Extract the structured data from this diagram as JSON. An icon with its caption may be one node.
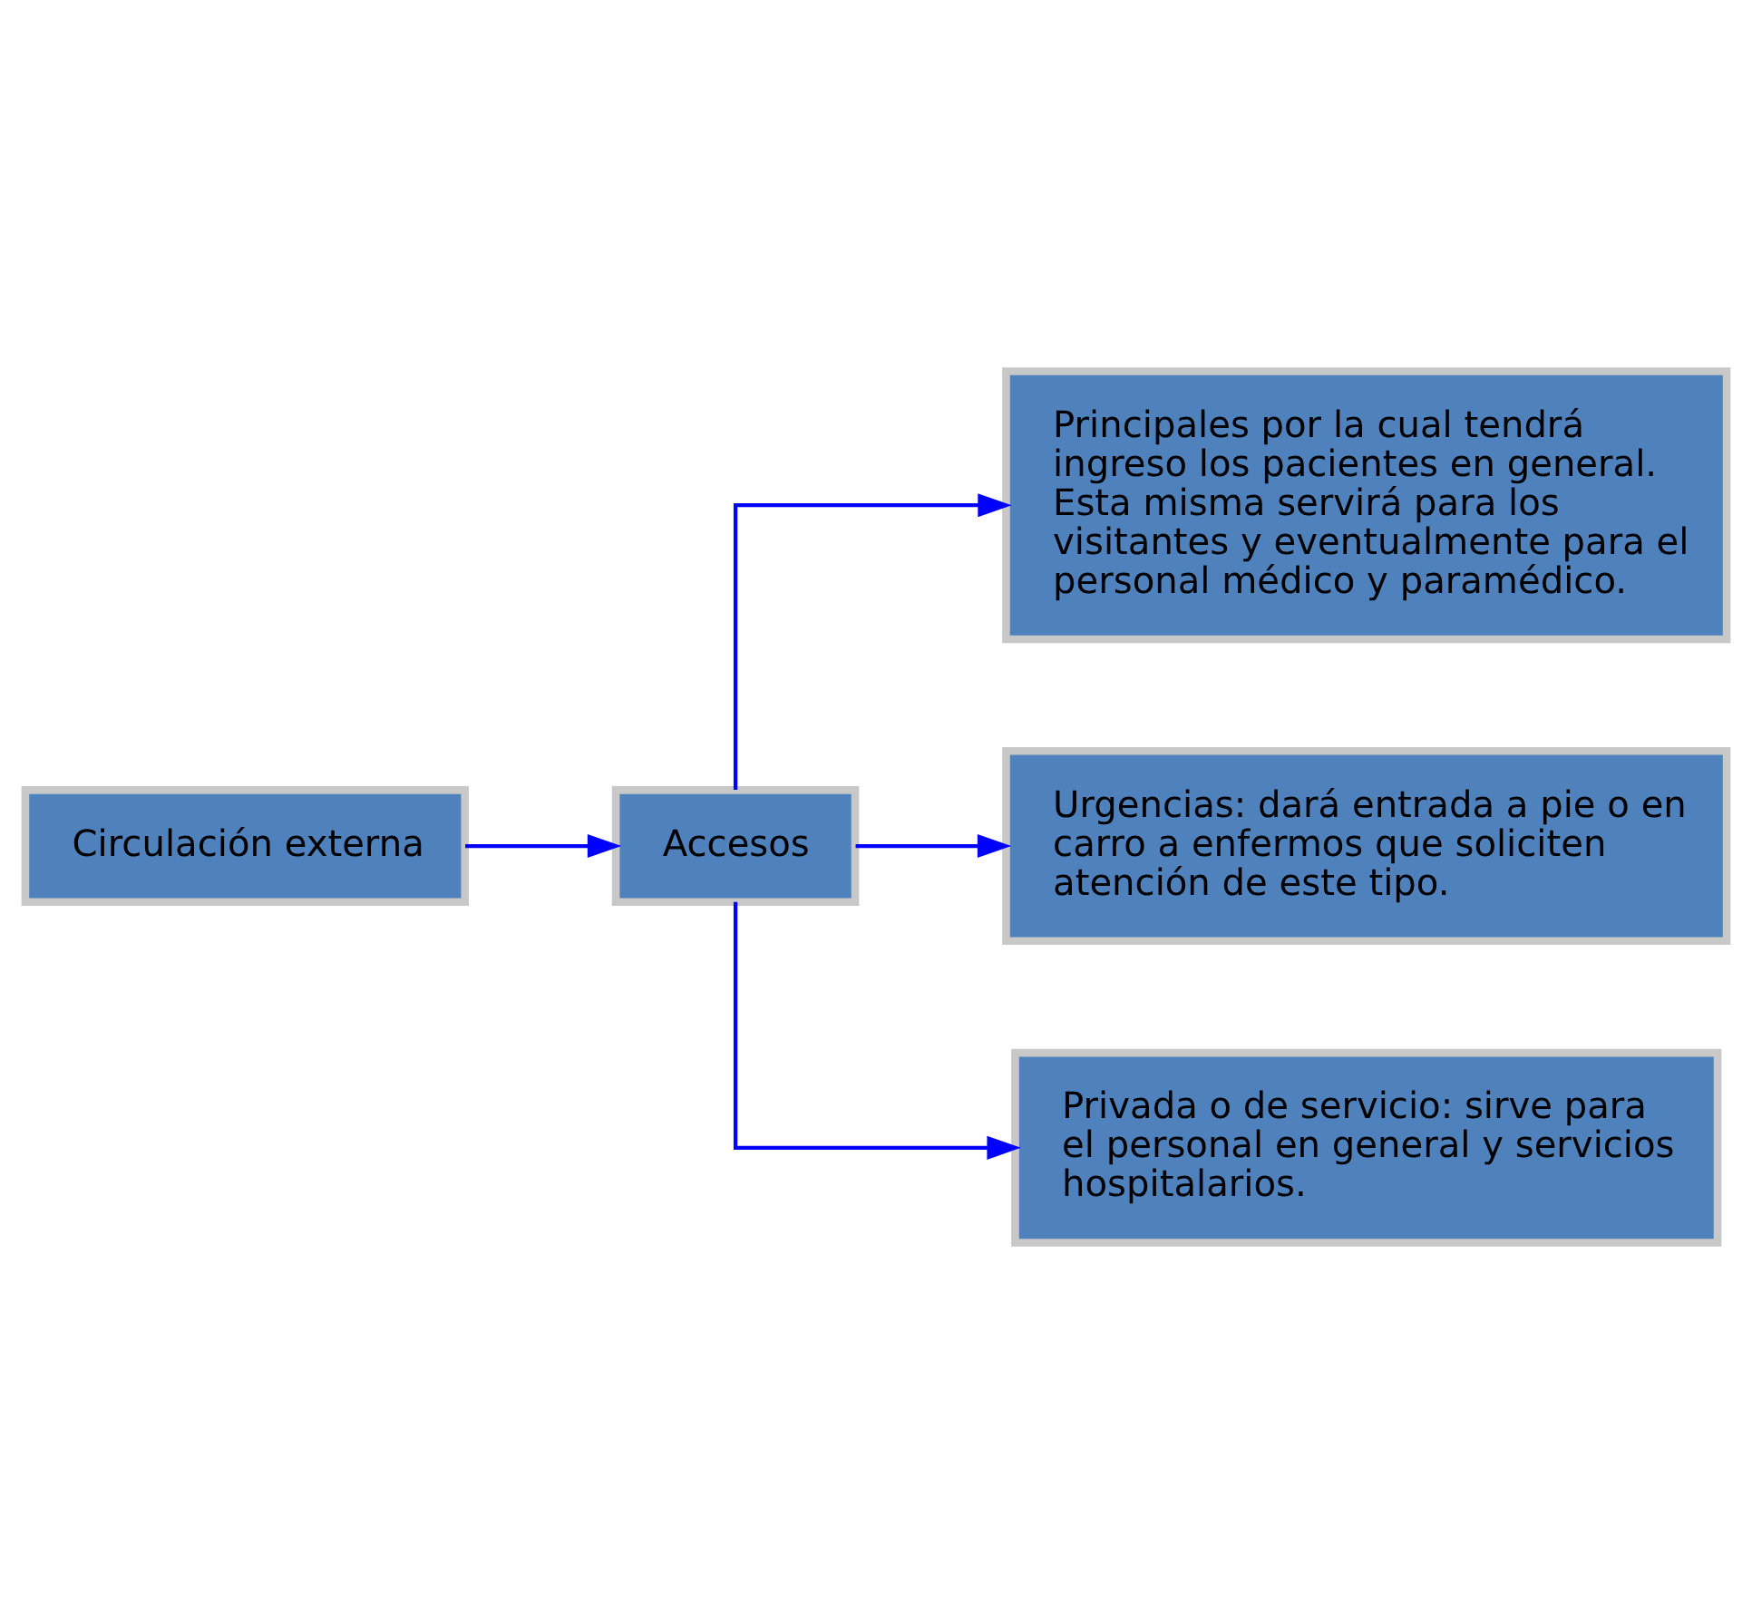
{
  "diagram": {
    "nodes": [
      {
        "text": [
          "Circulación externa"
        ]
      },
      {
        "text": [
          "Accesos"
        ]
      },
      {
        "text": [
          "Principales por la cual tendrá ingreso los pacientes en general. Esta misma servirá para los visitantes y eventualmente para el personal médico y paramédico."
        ]
      },
      {
        "text": [
          "Urgencias: dará entrada a pie o en carro a enfermos que soliciten atención de este tipo."
        ]
      },
      {
        "text": [
          "Privada o de servicio: sirve para el personal en general y servicios hospitalarios."
        ]
      }
    ],
    "edges": [
      {
        "from": 0,
        "to": 1,
        "arrow": "to"
      },
      {
        "from": 1,
        "to": 2,
        "arrow": "to"
      },
      {
        "from": 1,
        "to": 3,
        "arrow": "to"
      },
      {
        "from": 1,
        "to": 4,
        "arrow": "to"
      }
    ]
  }
}
